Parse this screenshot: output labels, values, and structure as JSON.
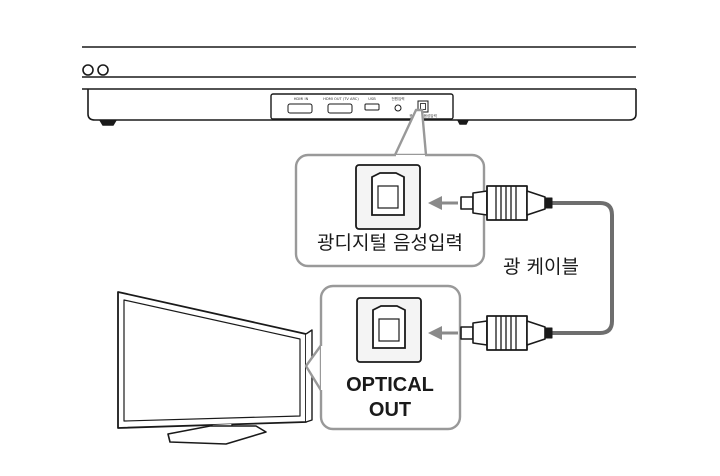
{
  "labels": {
    "optical_input": "광디지털 음성입력",
    "optical_cable": "광 케이블",
    "optical_out_line1": "OPTICAL",
    "optical_out_line2": "OUT"
  },
  "port_labels": {
    "hdmi_in": "HDMI IN",
    "hdmi_out": "HDMI OUT (TV ARC)",
    "usb": "USB",
    "power": "전원입력",
    "optical_small": "광디지털 음성입력"
  },
  "colors": {
    "line": "#1a1a1a",
    "callout_border": "#999999",
    "cable": "#6e6e6e",
    "panel_fill": "#f4f4f4",
    "arrow": "#8a8a8a"
  }
}
